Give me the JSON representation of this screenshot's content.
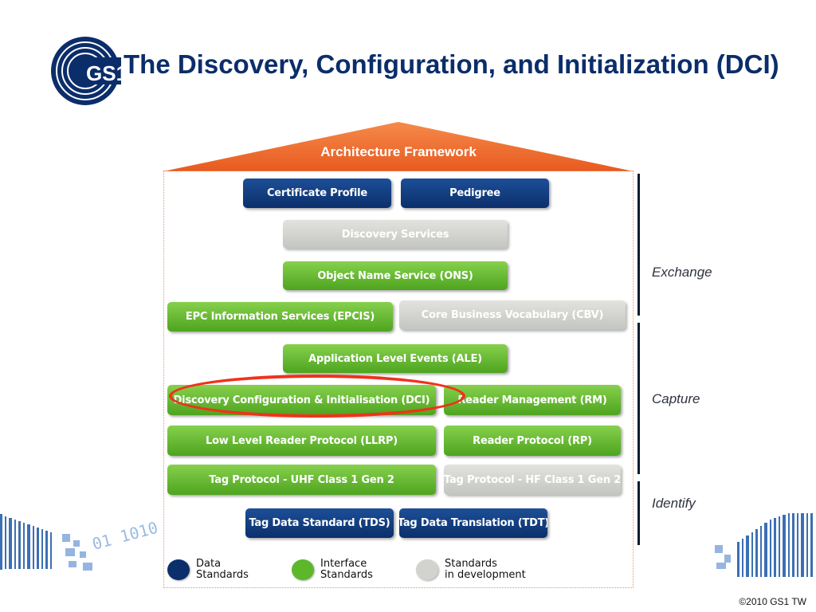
{
  "title": "The Discovery, Configuration, and Initialization (DCI)",
  "logo": {
    "text": "GS1"
  },
  "diagram": {
    "roof_label": "Architecture Framework",
    "rows": [
      [
        {
          "label": "Certificate Profile",
          "type": "data"
        },
        {
          "label": "Pedigree",
          "type": "data"
        }
      ],
      [
        {
          "label": "Discovery Services",
          "type": "dev"
        }
      ],
      [
        {
          "label": "Object Name Service (ONS)",
          "type": "interface"
        }
      ],
      [
        {
          "label": "EPC Information Services (EPCIS)",
          "type": "interface"
        },
        {
          "label": "Core Business Vocabulary (CBV)",
          "type": "dev"
        }
      ],
      [
        {
          "label": "Application Level Events (ALE)",
          "type": "interface"
        }
      ],
      [
        {
          "label": "Discovery Configuration & Initialisation (DCI)",
          "type": "interface"
        },
        {
          "label": "Reader Management (RM)",
          "type": "interface"
        }
      ],
      [
        {
          "label": "Low Level Reader Protocol (LLRP)",
          "type": "interface"
        },
        {
          "label": "Reader Protocol (RP)",
          "type": "interface"
        }
      ],
      [
        {
          "label": "Tag Protocol - UHF Class 1 Gen 2",
          "type": "interface"
        },
        {
          "label": "Tag Protocol - HF Class 1 Gen 2",
          "type": "dev"
        }
      ],
      [
        {
          "label": "Tag Data Standard (TDS)",
          "type": "data"
        },
        {
          "label": "Tag Data Translation (TDT)",
          "type": "data"
        }
      ]
    ],
    "layers": [
      "Exchange",
      "Capture",
      "Identify"
    ],
    "highlighted": "Discovery Configuration & Initialisation (DCI)"
  },
  "legend": [
    {
      "line1": "Data",
      "line2": "Standards",
      "color": "#0b2f6b"
    },
    {
      "line1": "Interface",
      "line2": "Standards",
      "color": "#5cb82a"
    },
    {
      "line1": "Standards",
      "line2": "in development",
      "color": "#d2d3cf"
    }
  ],
  "deco_digits": "01 1010",
  "copyright": "©2010 GS1 TW"
}
